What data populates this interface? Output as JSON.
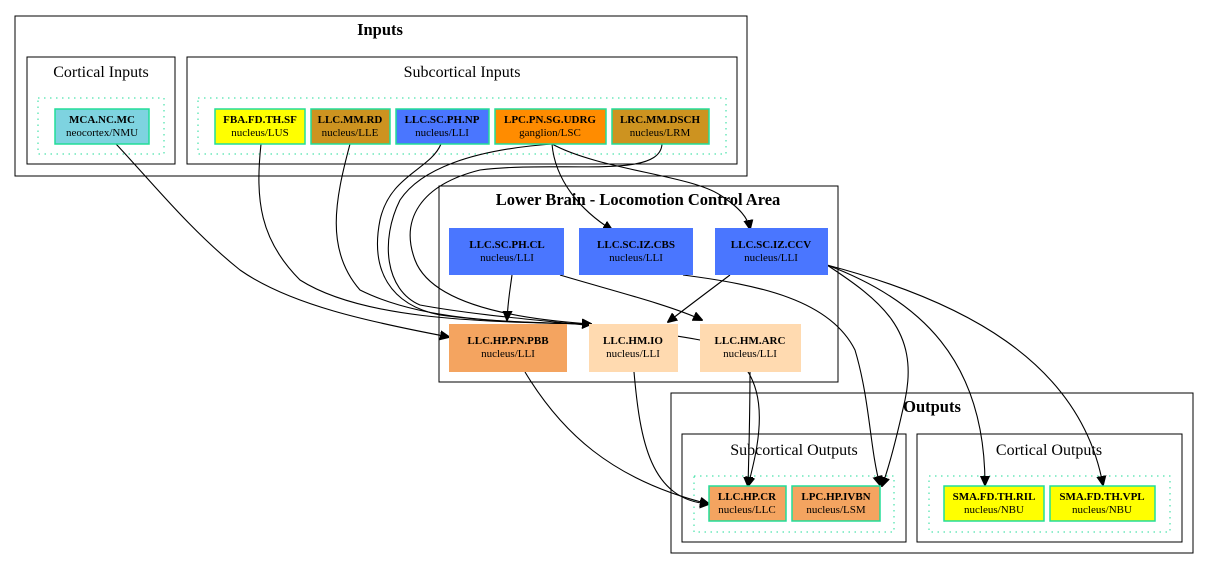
{
  "diagram": {
    "clusters": [
      {
        "id": "inputs",
        "title": "Inputs"
      },
      {
        "id": "cortical-inputs",
        "title": "Cortical Inputs"
      },
      {
        "id": "subcortical-inputs",
        "title": "Subcortical Inputs"
      },
      {
        "id": "lower-brain",
        "title": "Lower Brain - Locomotion Control Area"
      },
      {
        "id": "outputs",
        "title": "Outputs"
      },
      {
        "id": "subcortical-outputs",
        "title": "Subcortical Outputs"
      },
      {
        "id": "cortical-outputs",
        "title": "Cortical Outputs"
      }
    ],
    "nodes": [
      {
        "id": "MCA.NC.MC",
        "name": "MCA.NC.MC",
        "sub": "neocortex/NMU",
        "fill": "#7ed3e0"
      },
      {
        "id": "FBA.FD.TH.SF",
        "name": "FBA.FD.TH.SF",
        "sub": "nucleus/LUS",
        "fill": "#ffff00"
      },
      {
        "id": "LLC.MM.RD",
        "name": "LLC.MM.RD",
        "sub": "nucleus/LLE",
        "fill": "#cd9320"
      },
      {
        "id": "LLC.SC.PH.NP",
        "name": "LLC.SC.PH.NP",
        "sub": "nucleus/LLI",
        "fill": "#4a76ff"
      },
      {
        "id": "LPC.PN.SG.UDRG",
        "name": "LPC.PN.SG.UDRG",
        "sub": "ganglion/LSC",
        "fill": "#ff8c00"
      },
      {
        "id": "LRC.MM.DSCH",
        "name": "LRC.MM.DSCH",
        "sub": "nucleus/LRM",
        "fill": "#cd9320"
      },
      {
        "id": "LLC.SC.PH.CL",
        "name": "LLC.SC.PH.CL",
        "sub": "nucleus/LLI",
        "fill": "#4a76ff"
      },
      {
        "id": "LLC.SC.IZ.CBS",
        "name": "LLC.SC.IZ.CBS",
        "sub": "nucleus/LLI",
        "fill": "#4a76ff"
      },
      {
        "id": "LLC.SC.IZ.CCV",
        "name": "LLC.SC.IZ.CCV",
        "sub": "nucleus/LLI",
        "fill": "#4a76ff"
      },
      {
        "id": "LLC.HP.PN.PBB",
        "name": "LLC.HP.PN.PBB",
        "sub": "nucleus/LLI",
        "fill": "#f4a460"
      },
      {
        "id": "LLC.HM.IO",
        "name": "LLC.HM.IO",
        "sub": "nucleus/LLI",
        "fill": "#ffdab0"
      },
      {
        "id": "LLC.HM.ARC",
        "name": "LLC.HM.ARC",
        "sub": "nucleus/LLI",
        "fill": "#ffdab0"
      },
      {
        "id": "LLC.HP.CR",
        "name": "LLC.HP.CR",
        "sub": "nucleus/LLC",
        "fill": "#f4a460"
      },
      {
        "id": "LPC.HP.IVBN",
        "name": "LPC.HP.IVBN",
        "sub": "nucleus/LSM",
        "fill": "#f4a460"
      },
      {
        "id": "SMA.FD.TH.RIL",
        "name": "SMA.FD.TH.RIL",
        "sub": "nucleus/NBU",
        "fill": "#ffff00"
      },
      {
        "id": "SMA.FD.TH.VPL",
        "name": "SMA.FD.TH.VPL",
        "sub": "nucleus/NBU",
        "fill": "#ffff00"
      }
    ],
    "edges": [
      {
        "from": "MCA.NC.MC",
        "to": "LLC.HP.PN.PBB"
      },
      {
        "from": "FBA.FD.TH.SF",
        "to": "LLC.HM.IO"
      },
      {
        "from": "LLC.MM.RD",
        "to": "LLC.HM.IO"
      },
      {
        "from": "LLC.SC.PH.NP",
        "to": "LLC.HM.IO"
      },
      {
        "from": "LPC.PN.SG.UDRG",
        "to": "LLC.SC.IZ.CBS"
      },
      {
        "from": "LPC.PN.SG.UDRG",
        "to": "LLC.SC.IZ.CCV"
      },
      {
        "from": "LPC.PN.SG.UDRG",
        "to": "LLC.HP.CR"
      },
      {
        "from": "LRC.MM.DSCH",
        "to": "LLC.HM.IO"
      },
      {
        "from": "LLC.SC.PH.CL",
        "to": "LLC.HP.PN.PBB"
      },
      {
        "from": "LLC.SC.PH.CL",
        "to": "LLC.HM.ARC"
      },
      {
        "from": "LLC.SC.IZ.CBS",
        "to": "LPC.HP.IVBN"
      },
      {
        "from": "LLC.SC.IZ.CCV",
        "to": "LLC.HM.IO"
      },
      {
        "from": "LLC.SC.IZ.CCV",
        "to": "LPC.HP.IVBN"
      },
      {
        "from": "LLC.SC.IZ.CCV",
        "to": "SMA.FD.TH.RIL"
      },
      {
        "from": "LLC.SC.IZ.CCV",
        "to": "SMA.FD.TH.VPL"
      },
      {
        "from": "LLC.HP.PN.PBB",
        "to": "LLC.HP.CR"
      },
      {
        "from": "LLC.HM.IO",
        "to": "LLC.HP.CR"
      },
      {
        "from": "LLC.HM.ARC",
        "to": "LLC.HP.CR"
      }
    ]
  }
}
